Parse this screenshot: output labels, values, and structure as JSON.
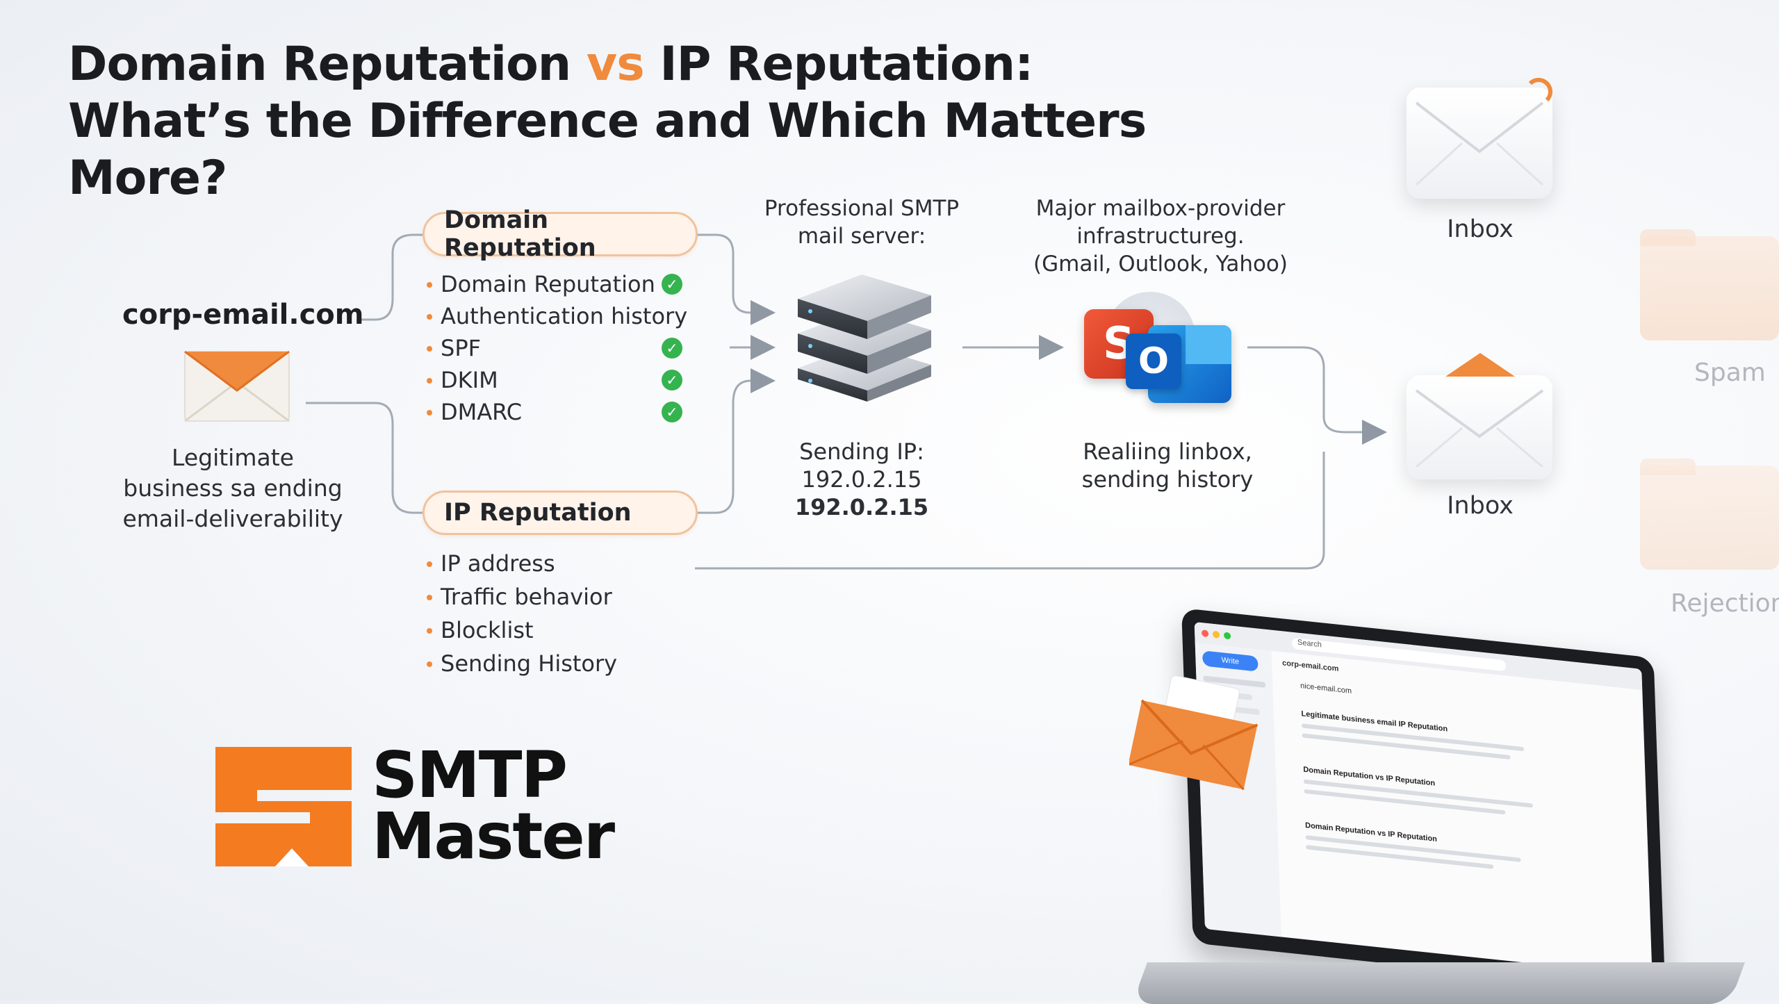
{
  "title": {
    "part1": "Domain Reputation ",
    "vs": "vs",
    "part2": " IP Reputation:",
    "line2": "What’s the Difference and Which Matters",
    "line3": "More?"
  },
  "sender": {
    "domain": "corp-email.com",
    "desc_line1": "Legitimate",
    "desc_line2": "business sa ending",
    "desc_line3": "email-deliverability"
  },
  "domain_reputation": {
    "label": "Domain Reputation",
    "items": [
      "Domain Reputation",
      "Authentication history",
      "SPF",
      "DKIM",
      "DMARC"
    ]
  },
  "ip_reputation": {
    "label": "IP Reputation",
    "items": [
      "IP address",
      "Traffic behavior",
      "Blocklist",
      "Sending History"
    ]
  },
  "server": {
    "caption_line1": "Professional SMTP",
    "caption_line2": "mail server:",
    "ip_label": "Sending IP:",
    "ip_value1": "192.0.2.15",
    "ip_value2": "192.0.2.15"
  },
  "provider": {
    "caption_line1": "Major mailbox-provider",
    "caption_line2": "infrastructureg.",
    "caption_line3": "(Gmail, Outlook, Yahoo)",
    "desc_line1": "Realiing linbox,",
    "desc_line2": "sending history",
    "logo_s": "S",
    "logo_o": "O"
  },
  "outcomes": {
    "inbox_top": "Inbox",
    "inbox_main": "Inbox",
    "spam": "Spam",
    "rejection": "Rejection"
  },
  "brand": {
    "line1": "SMTP",
    "line2": "Master",
    "color": "#f47b20"
  },
  "laptop": {
    "compose": "Write",
    "search": "Search",
    "folder": "corp-email.com",
    "sender": "nice-email.com",
    "heading1": "Legitimate business email IP Reputation",
    "heading2": "Domain Reputation vs IP Reputation",
    "heading3": "Domain Reputation vs IP Reputation"
  },
  "colors": {
    "accent": "#f08a3c",
    "check": "#35b34f",
    "pill_border": "#f0c39d",
    "connector": "#9aa3ad"
  }
}
